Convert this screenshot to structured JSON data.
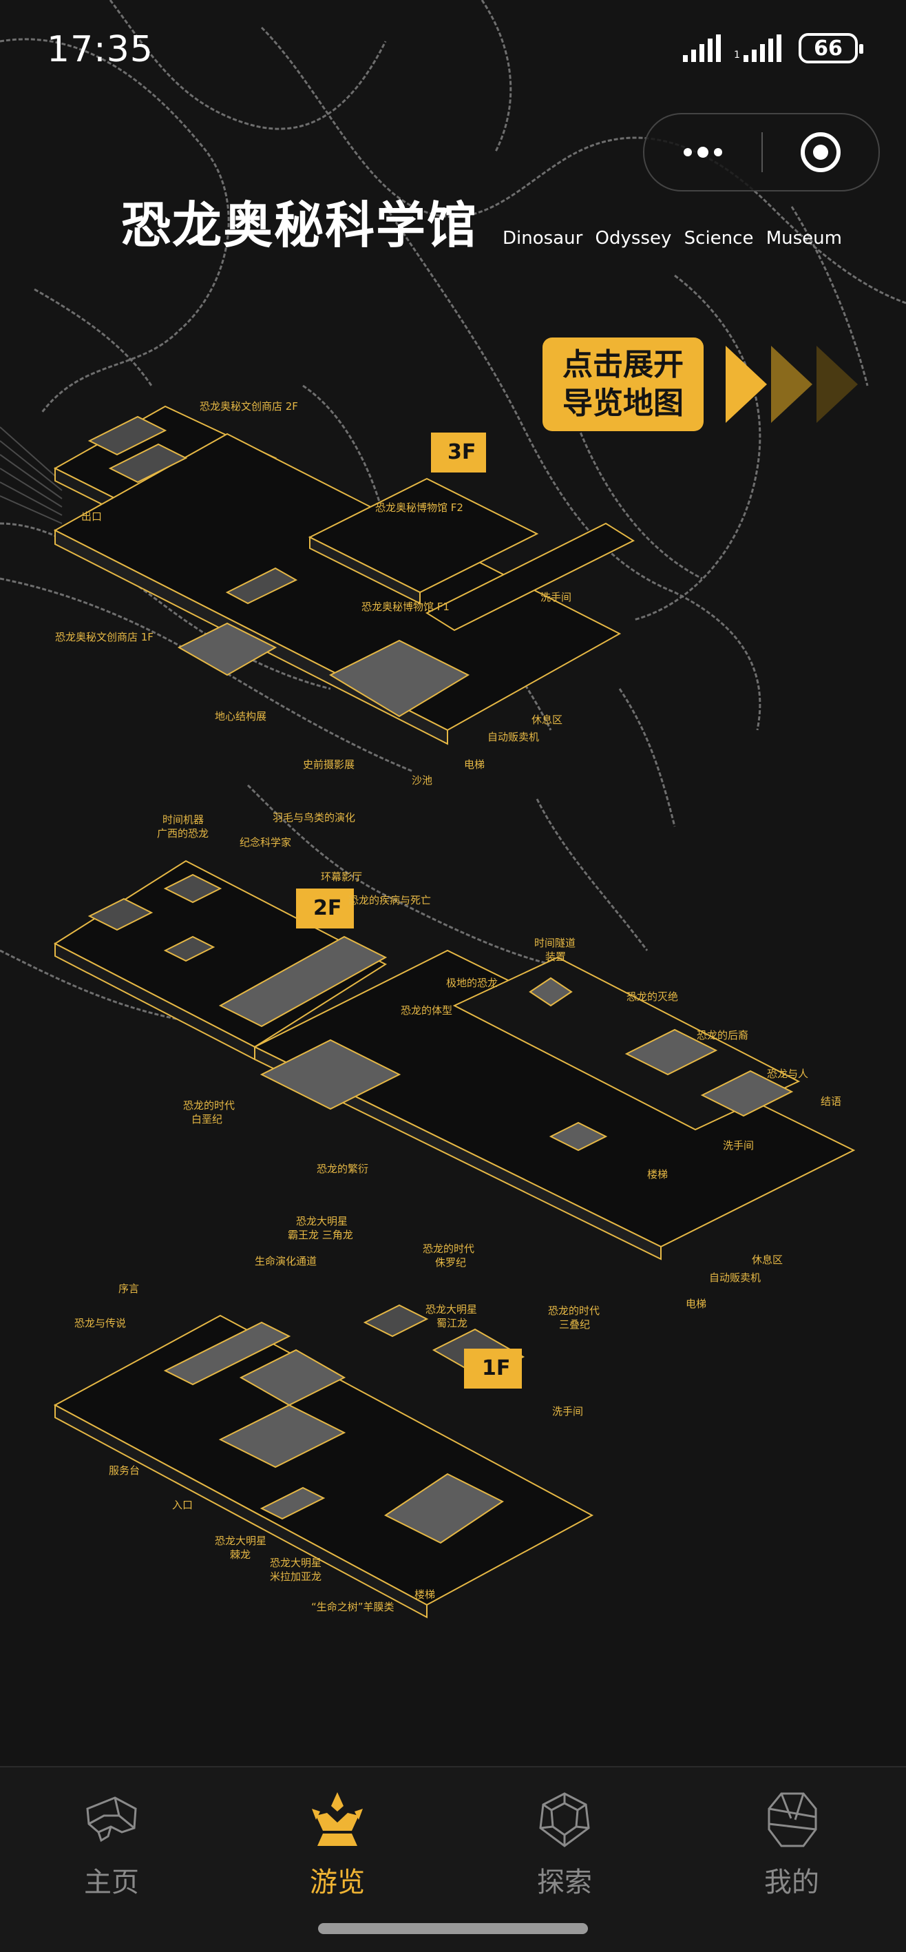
{
  "status_bar": {
    "time": "17:35",
    "battery": "66"
  },
  "header": {
    "title_cn": "恐龙奥秘科学馆",
    "title_en": "Dinosaur Odyssey Science Museum"
  },
  "expand_button": {
    "line1": "点击展开",
    "line2": "导览地图"
  },
  "capsule": {
    "more_icon": "more-dots-icon",
    "close_icon": "target-icon"
  },
  "floors": {
    "f3": {
      "label": "3F",
      "areas": [
        "恐龙奥秘文创商店 2F",
        "恐龙奥秘博物馆 F2",
        "恐龙奥秘博物馆 F1",
        "洗手间",
        "出口",
        "恐龙奥秘文创商店 1F",
        "地心结构展",
        "史前摄影展",
        "沙池",
        "电梯",
        "休息区",
        "自动贩卖机"
      ]
    },
    "f2": {
      "label": "2F",
      "areas": [
        "时间机器",
        "广西的恐龙",
        "羽毛与鸟类的演化",
        "纪念科学家",
        "环幕影厅",
        "恐龙的疾病与死亡",
        "时间隧道",
        "装置",
        "极地的恐龙",
        "恐龙的灭绝",
        "恐龙的体型",
        "恐龙的后裔",
        "恐龙与人",
        "结语",
        "洗手间",
        "楼梯",
        "恐龙的时代",
        "白垩纪",
        "恐龙的繁衍",
        "恐龙大明星",
        "霸王龙 三角龙",
        "恐龙的时代",
        "侏罗纪",
        "恐龙大明星",
        "蜀江龙",
        "恐龙的时代",
        "三叠纪",
        "休息区",
        "自动贩卖机",
        "电梯"
      ]
    },
    "f1": {
      "label": "1F",
      "areas": [
        "生命演化通道",
        "序言",
        "恐龙与传说",
        "洗手间",
        "服务台",
        "入口",
        "恐龙大明星",
        "棘龙",
        "恐龙大明星",
        "米拉加亚龙",
        "“生命之树”羊膜类",
        "楼梯"
      ]
    }
  },
  "tabs": [
    {
      "label": "主页",
      "icon": "dino-skull-icon",
      "active": false
    },
    {
      "label": "游览",
      "icon": "crown-dino-icon",
      "active": true
    },
    {
      "label": "探索",
      "icon": "dino-egg-icon",
      "active": false
    },
    {
      "label": "我的",
      "icon": "dino-head-icon",
      "active": false
    }
  ],
  "colors": {
    "accent": "#f0b433",
    "background": "#141414",
    "inactive": "#8a8a8a"
  }
}
